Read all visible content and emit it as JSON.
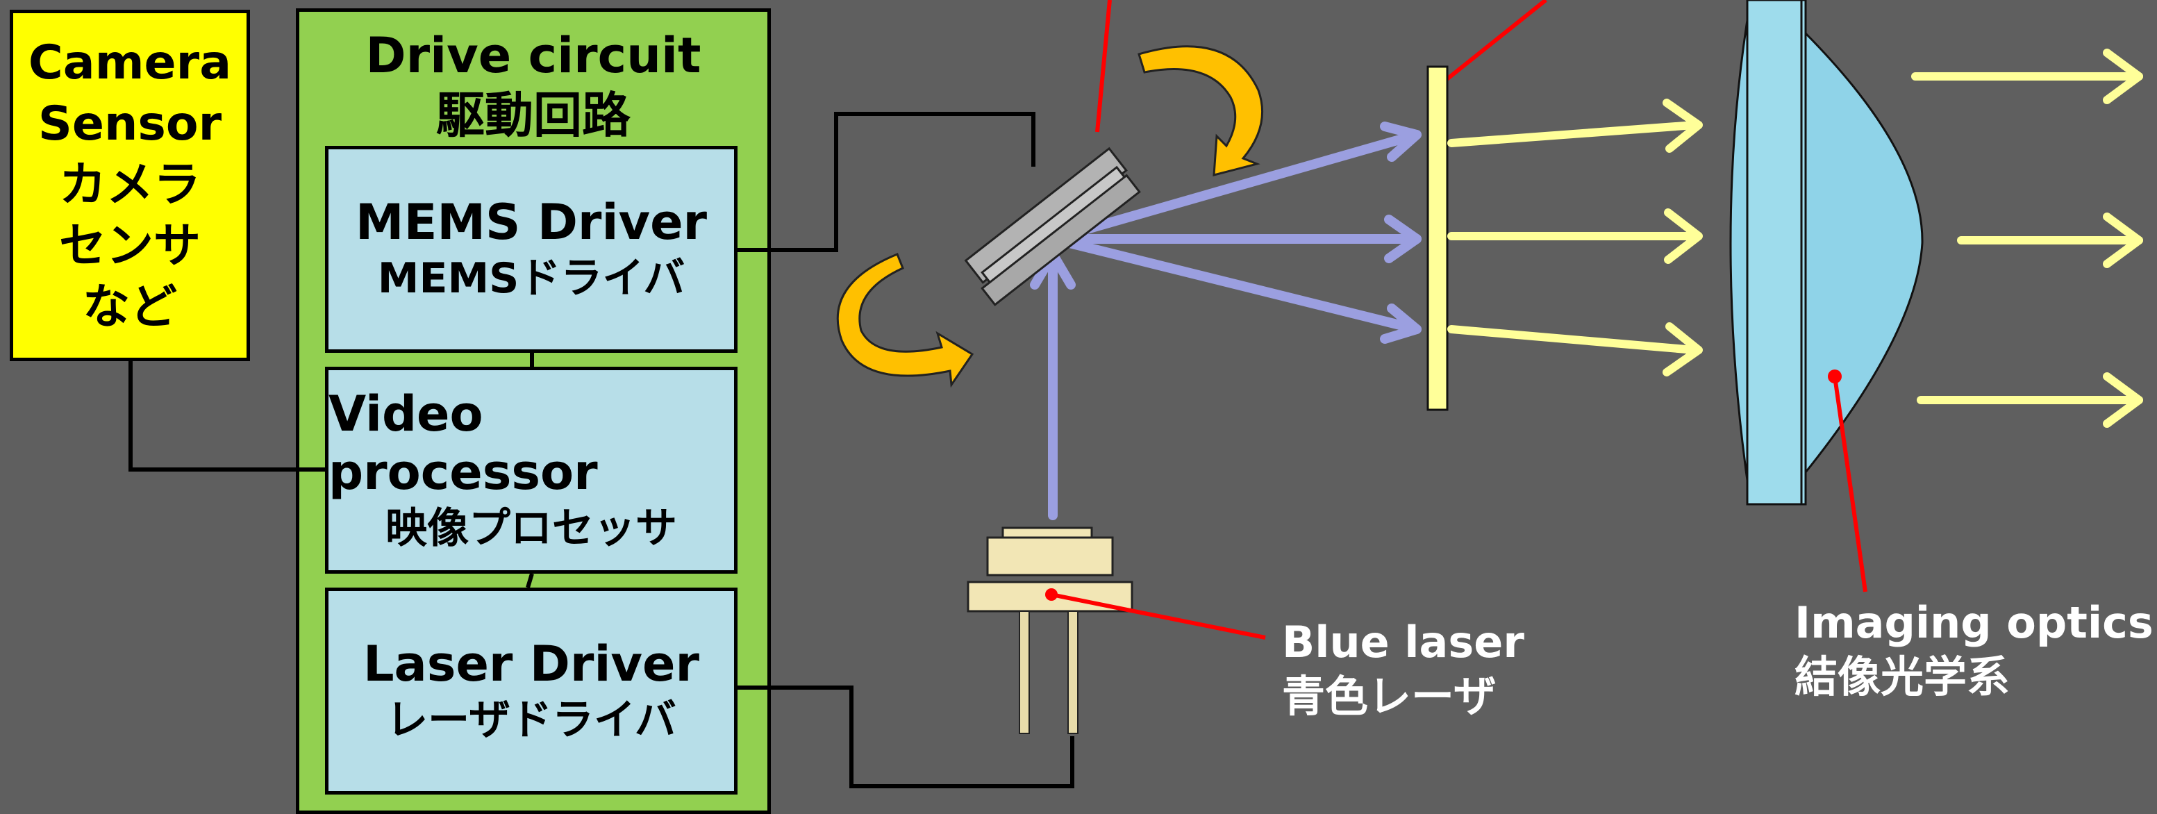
{
  "camera_sensor": {
    "lines": [
      "Camera",
      "Sensor",
      "カメラ",
      "センサ",
      "など"
    ]
  },
  "drive_circuit": {
    "title_en": "Drive circuit",
    "title_jp": "駆動回路",
    "mems_driver": {
      "en": "MEMS Driver",
      "jp": "MEMSドライバ"
    },
    "video_processor": {
      "en": "Video processor",
      "jp": "映像プロセッサ"
    },
    "laser_driver": {
      "en": "Laser Driver",
      "jp": "レーザドライバ"
    }
  },
  "blue_laser": {
    "en": "Blue laser",
    "jp": "青色レーザ"
  },
  "imaging_optics": {
    "en": "Imaging optics",
    "jp": "結像光学系"
  },
  "colors": {
    "background": "#5f5f5f",
    "camera_box": "#ffff00",
    "drive_box": "#92d050",
    "inner_box": "#b7dee8",
    "beam_blue": "#9b9fe0",
    "beam_yellow": "#ffff99",
    "rotation_arrow": "#ffc000",
    "leader_line": "#ff0000",
    "lens": "#8fd3e8"
  }
}
